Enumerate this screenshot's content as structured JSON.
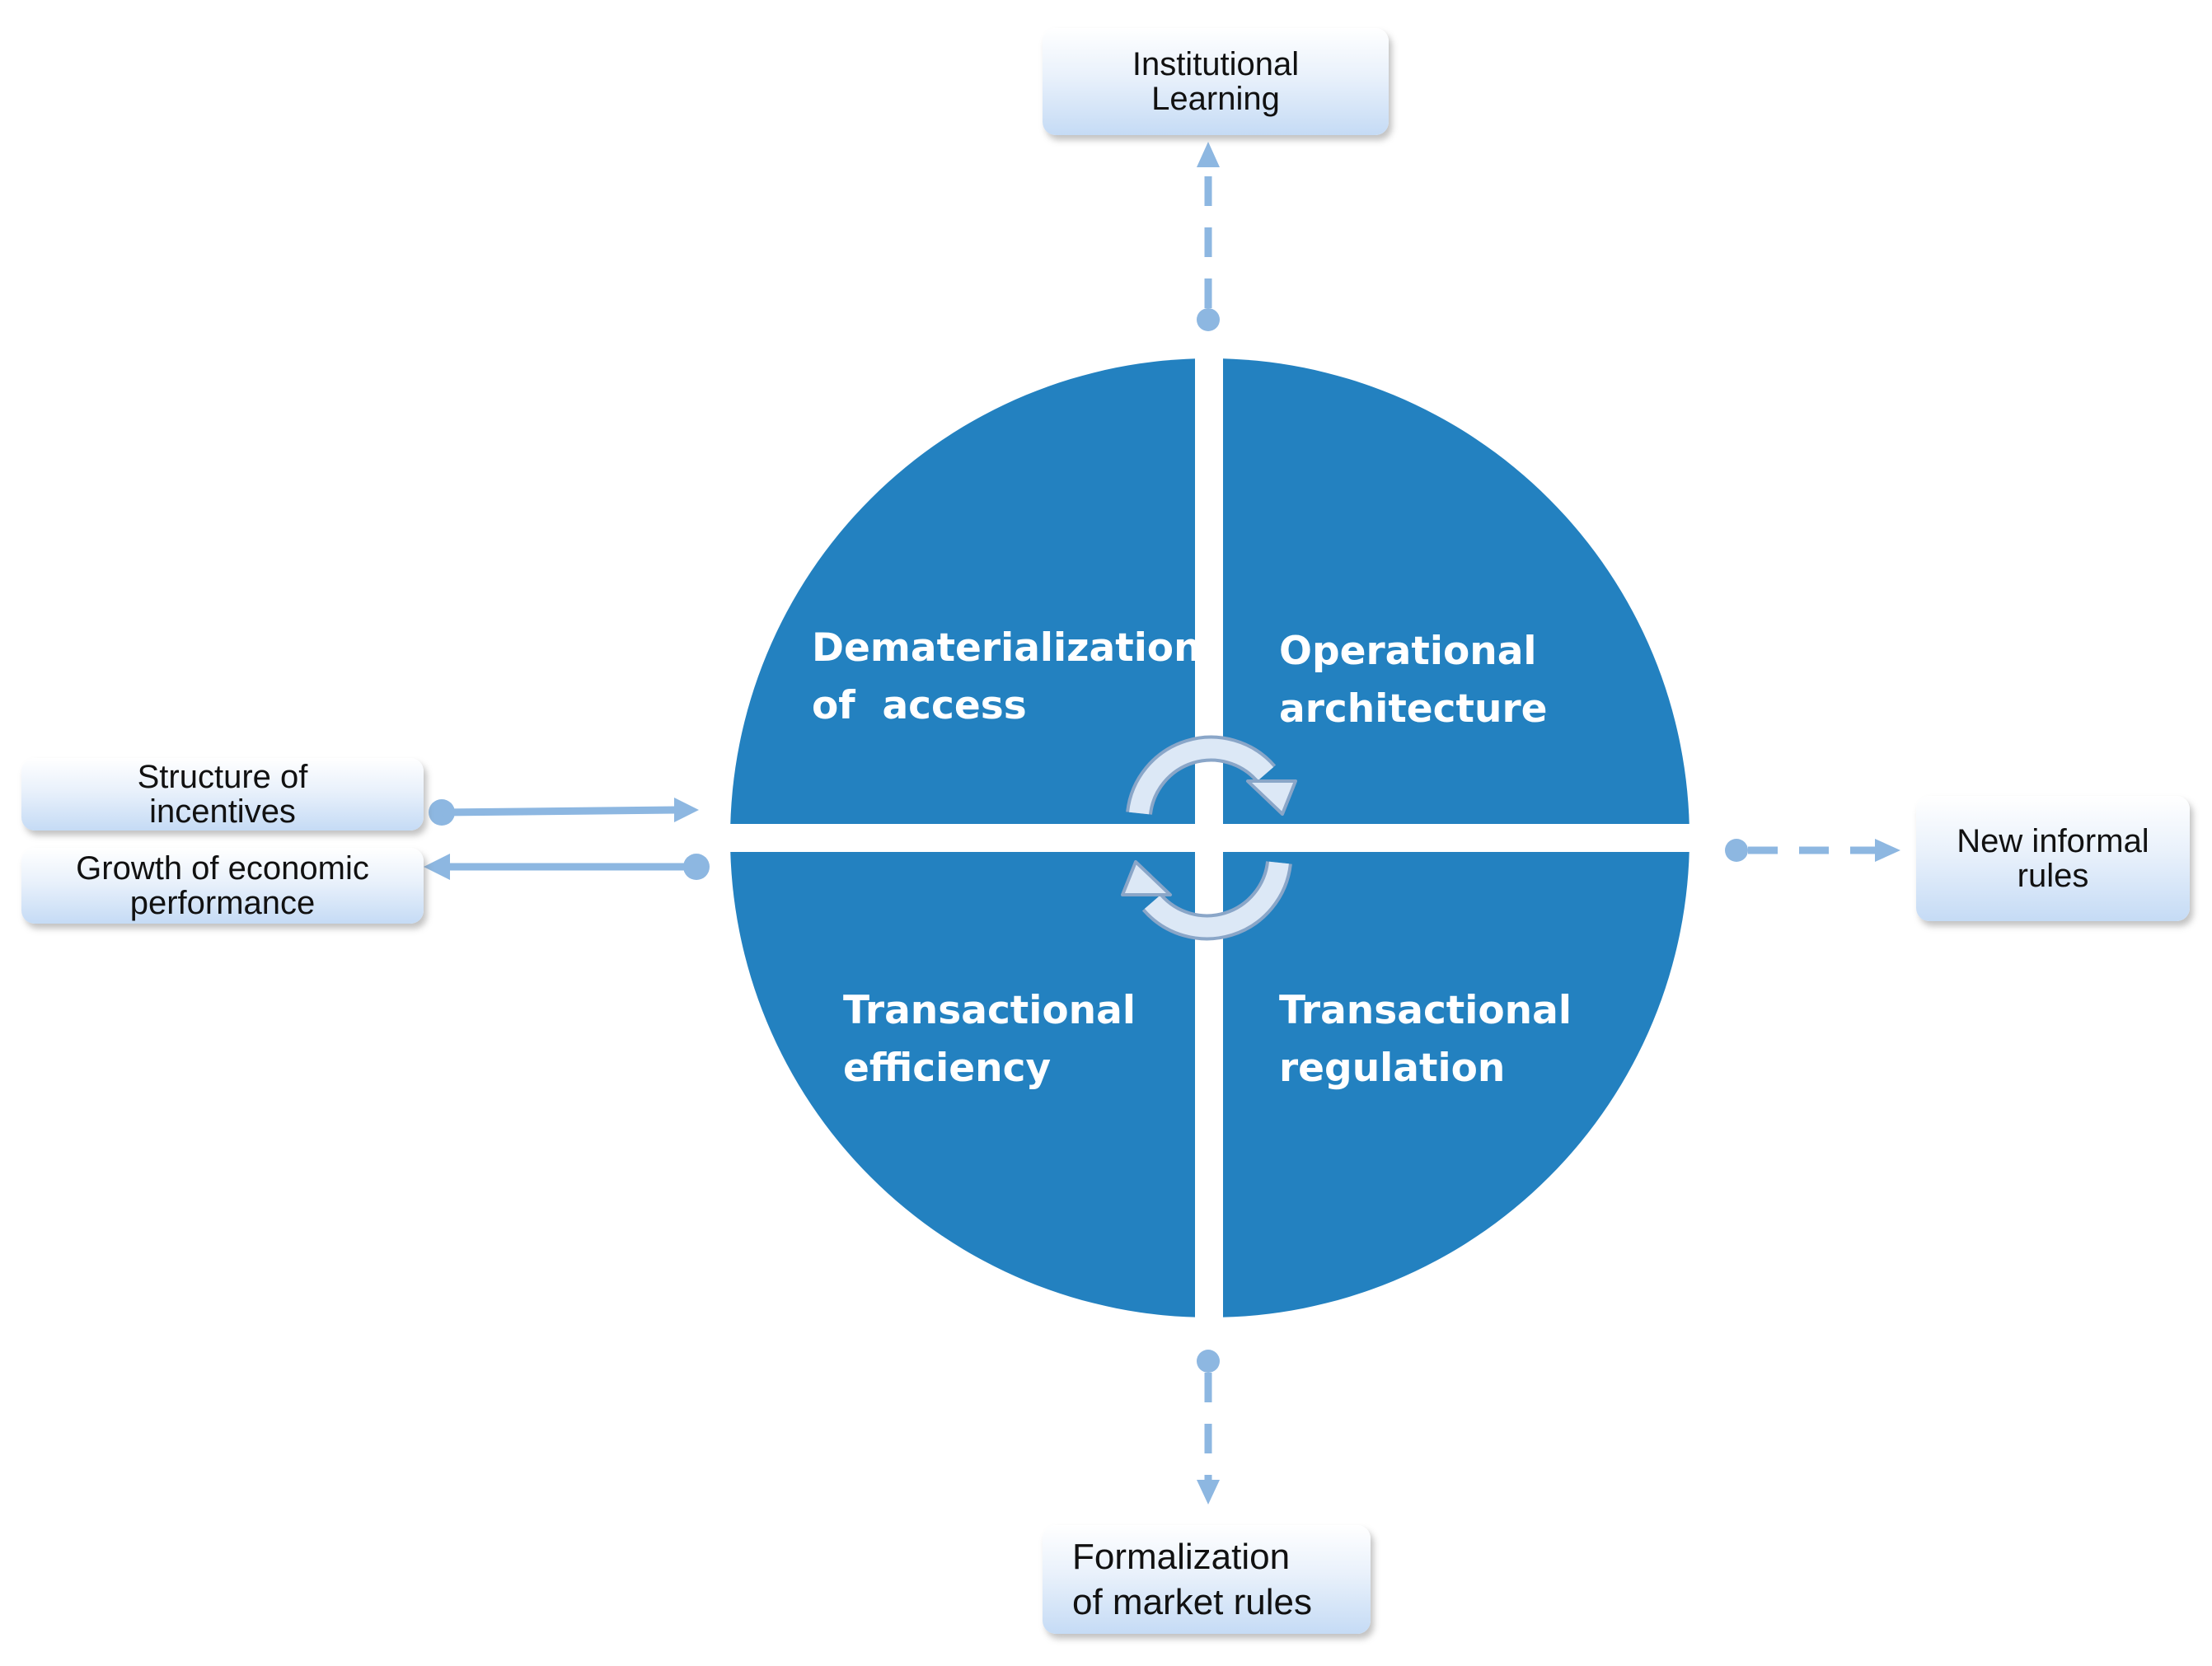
{
  "diagram": {
    "colors": {
      "circle_fill": "#2381c0",
      "connector": "#8db7e1",
      "cycle_arrow": "#c8daf0",
      "box_gradient_top": "#ffffff",
      "box_gradient_bottom": "#c5dbf5"
    },
    "quadrants": {
      "top_left": [
        "Dematerialization",
        "of  access"
      ],
      "top_right": [
        "Operational",
        "architecture"
      ],
      "bottom_left": [
        "Transactional",
        "efficiency"
      ],
      "bottom_right": [
        "Transactional",
        "regulation"
      ]
    },
    "boxes": {
      "top": [
        "Institutional",
        "Learning"
      ],
      "right": [
        "New informal",
        "rules"
      ],
      "bottom": [
        "Formalization",
        "of market rules"
      ],
      "left_upper": [
        "Structure of",
        "incentives"
      ],
      "left_lower": [
        "Growth of economic",
        "performance"
      ]
    },
    "icons": {
      "center": "cycle-arrows-icon"
    }
  }
}
